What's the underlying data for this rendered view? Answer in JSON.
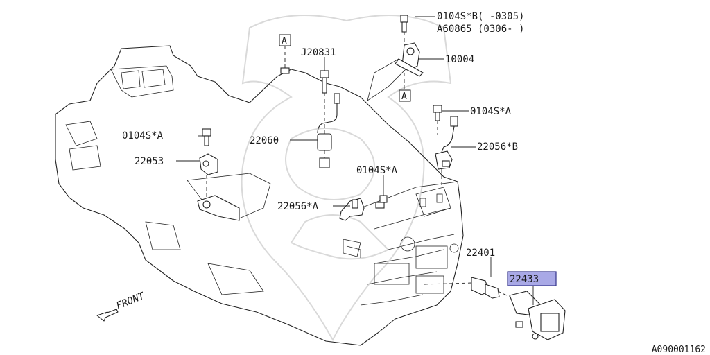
{
  "diagram": {
    "ref_code": "A090001162",
    "front_label": "FRONT",
    "ref_marker": "A",
    "highlight_color": "#a9a9e6",
    "labels": {
      "bolt_b": "0104S*B(    -0305)",
      "bolt_b_alt": "A60865 (0306-    )",
      "bracket": "10004",
      "bolt_j": "J20831",
      "bolt_a_top": "0104S*A",
      "sensor_b": "22056*B",
      "bolt_a_left": "0104S*A",
      "cam_sensor": "22060",
      "crank_sensor": "22053",
      "bolt_a_mid": "0104S*A",
      "sensor_a": "22056*A",
      "spark_plug": "22401",
      "ignition_coil": "22433"
    }
  }
}
